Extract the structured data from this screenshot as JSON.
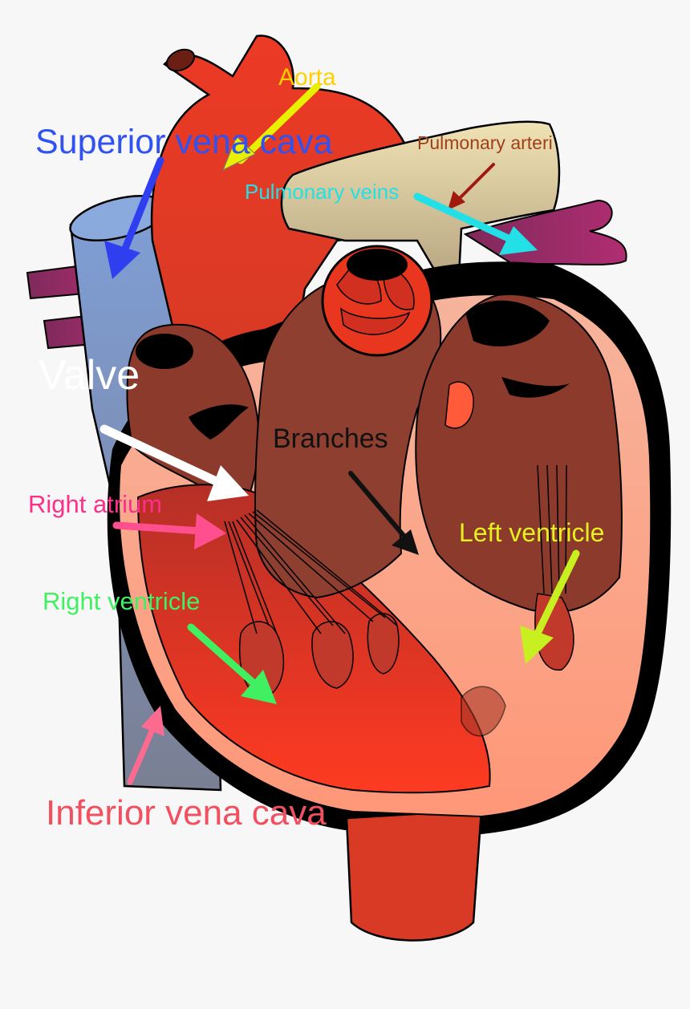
{
  "labels": {
    "aorta": "Aorta",
    "superior_vena_cava": "Superior vena cava",
    "pulmonary_arteri": "Pulmonary arteri",
    "pulmonary_veins": "Pulmonary veins",
    "valve": "Valve",
    "branches": "Branches",
    "right_atrium": "Right atrium",
    "left_ventricle": "Left ventricle",
    "right_ventricle": "Right ventricle",
    "inferior_vena_cava": "Inferior vena cava"
  },
  "colors": {
    "background": "#f7f7f7",
    "aorta_label": "#ffd000",
    "aorta_arrow": "#e8f000",
    "superior_vena_cava": "#2f52f0",
    "pulmonary_arteri": "#a0401a",
    "pulmonary_veins": "#22e0e6",
    "valve": "#ffffff",
    "branches": "#111111",
    "right_atrium": "#ff2e8a",
    "left_ventricle": "#e6f020",
    "right_ventricle": "#40f060",
    "inferior_vena_cava": "#f05060"
  }
}
